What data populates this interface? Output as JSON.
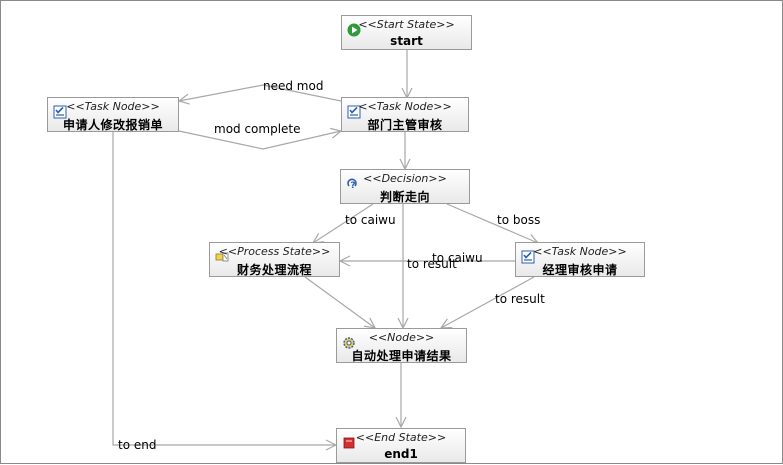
{
  "nodes": {
    "start": {
      "stereotype": "<<Start State>>",
      "name": "start",
      "icon": "play-icon"
    },
    "modify": {
      "stereotype": "<<Task Node>>",
      "name": "申请人修改报销单",
      "icon": "task-icon"
    },
    "dept": {
      "stereotype": "<<Task Node>>",
      "name": "部门主管审核",
      "icon": "task-icon"
    },
    "decision": {
      "stereotype": "<<Decision>>",
      "name": "判断走向",
      "icon": "decision-icon"
    },
    "finance": {
      "stereotype": "<<Process State>>",
      "name": "财务处理流程",
      "icon": "process-icon"
    },
    "manager": {
      "stereotype": "<<Task Node>>",
      "name": "经理审核申请",
      "icon": "task-icon"
    },
    "auto": {
      "stereotype": "<<Node>>",
      "name": "自动处理申请结果",
      "icon": "gear-icon"
    },
    "end": {
      "stereotype": "<<End State>>",
      "name": "end1",
      "icon": "stop-icon"
    }
  },
  "edges": {
    "need_mod": "need mod",
    "mod_complete": "mod complete",
    "to_caiwu_1": "to caiwu",
    "to_boss": "to boss",
    "to_caiwu_2": "to caiwu",
    "to_result_1": "to result",
    "to_result_2": "to result",
    "to_end": "to end"
  },
  "colors": {
    "edge": "#a8a8a8",
    "node_border": "#9a9a9a",
    "play_green": "#2e9a3a",
    "stop_red": "#d03030",
    "task_blue": "#2c5fb0"
  }
}
